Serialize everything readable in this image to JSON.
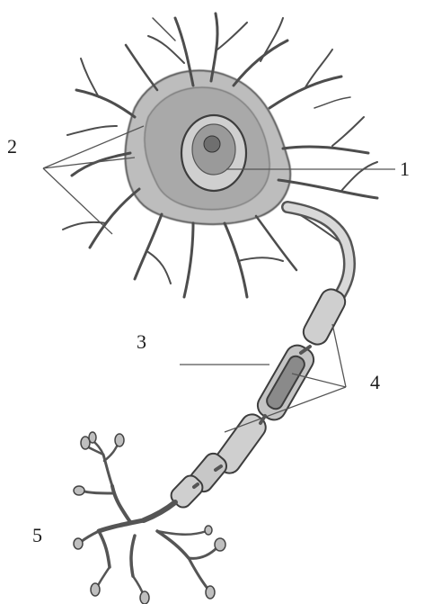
{
  "diagram": {
    "labels": {
      "l1": "1",
      "l2": "2",
      "l3": "3",
      "l4": "4",
      "l5": "5"
    }
  }
}
